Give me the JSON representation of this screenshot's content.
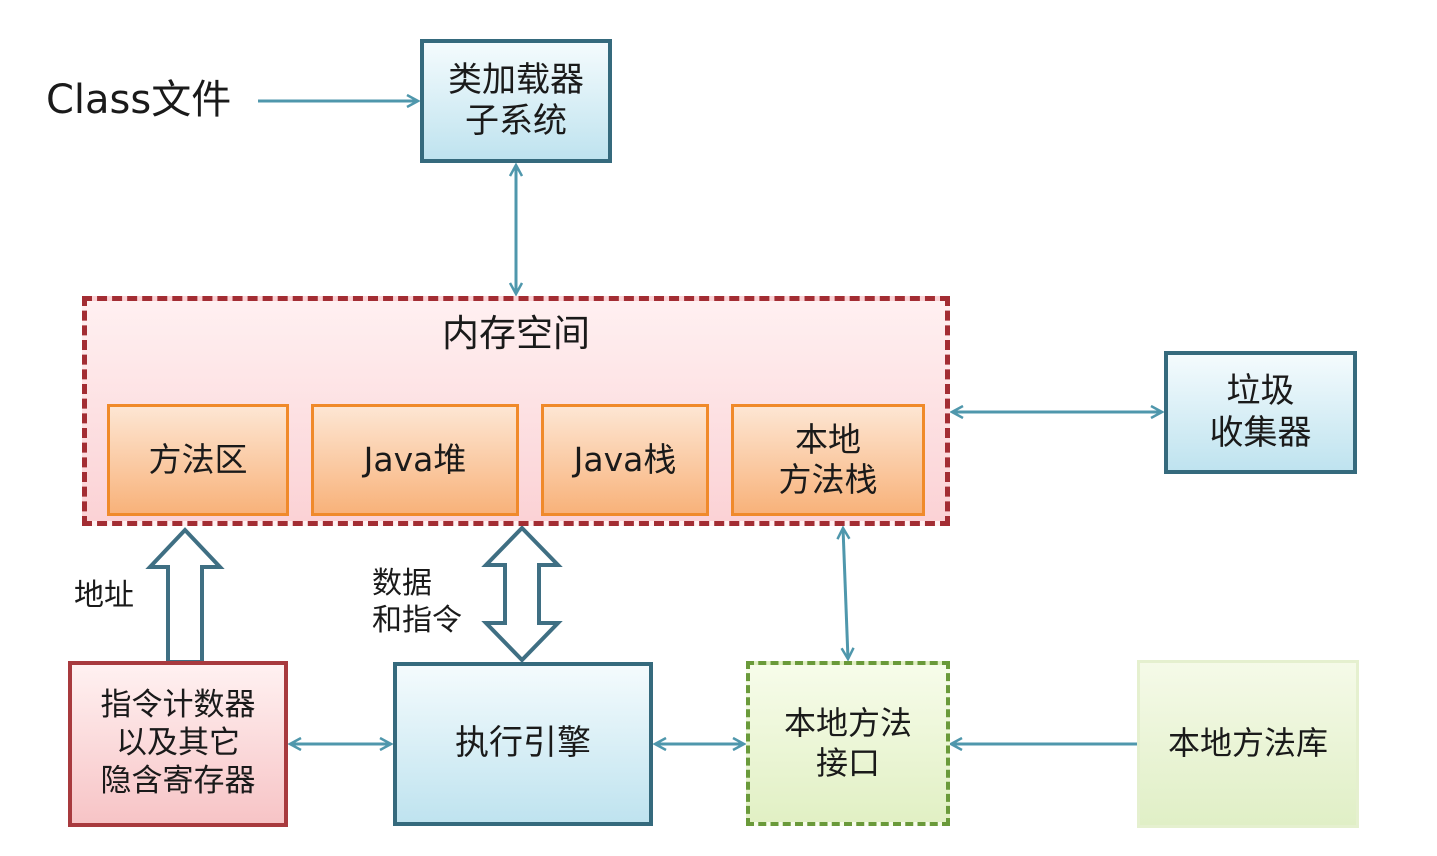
{
  "nodes": {
    "class_file": "Class文件",
    "class_loader": "类加载器\n子系统",
    "memory_space": "内存空间",
    "method_area": "方法区",
    "java_heap": "Java堆",
    "java_stack": "Java栈",
    "native_method_stack": "本地\n方法栈",
    "garbage_collector": "垃圾\n收集器",
    "pc_registers": "指令计数器\n以及其它\n隐含寄存器",
    "execution_engine": "执行引擎",
    "native_interface": "本地方法\n接口",
    "native_library": "本地方法库"
  },
  "edge_labels": {
    "address": "地址",
    "data_and_instructions": "数据\n和指令"
  },
  "colors": {
    "connector": "#4f97ac",
    "connector_outline": "#3f6f83",
    "memory_border": "#a32d33",
    "component_border": "#f08a2a",
    "blue_box_border": "#356a7d",
    "register_border": "#a83a3e",
    "interface_border": "#6a9a3a"
  }
}
